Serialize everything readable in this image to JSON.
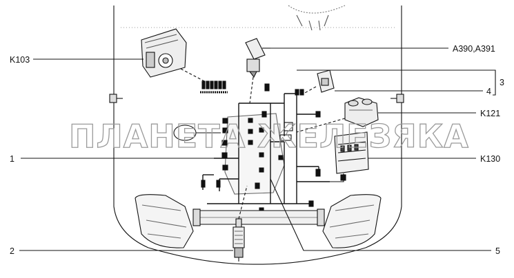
{
  "labels": {
    "k103": "K103",
    "a390": "A390,A391",
    "n3": "3",
    "n4": "4",
    "k121": "K121",
    "n1": "1",
    "k130": "K130",
    "n2": "2",
    "n5": "5"
  },
  "watermark": "ПЛАНЕТА ЖЕЛЕЗЯКА",
  "colors": {
    "line": "#111111",
    "watermark": "#9a9a9a"
  }
}
